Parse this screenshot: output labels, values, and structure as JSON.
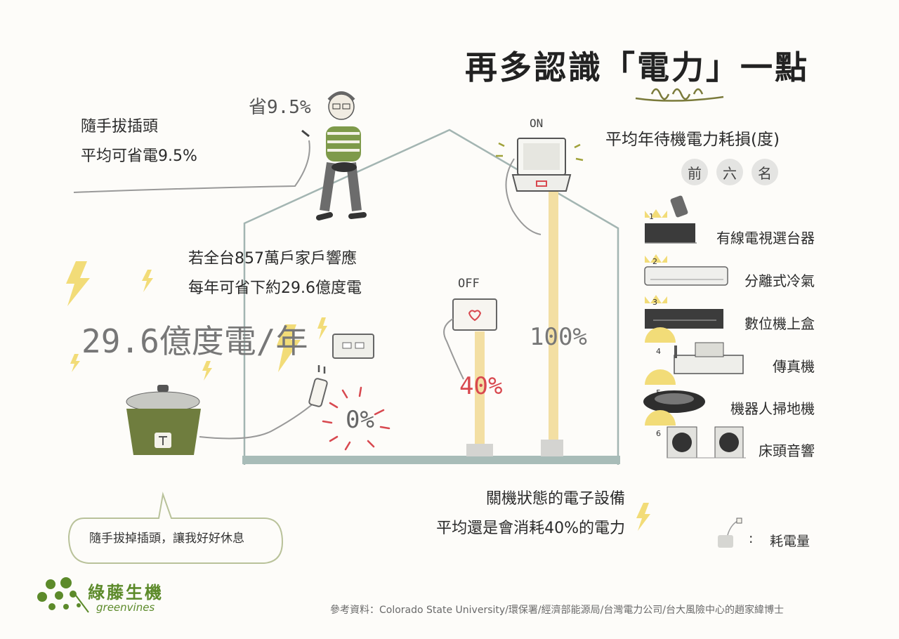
{
  "title": "再多認識「電力」一點",
  "unplug": {
    "line1": "隨手拔插頭",
    "line2": "平均可省電9.5%",
    "hand_label": "省9.5%"
  },
  "household": {
    "line1": "若全台857萬戶家戶響應",
    "line2": "每年可省下約29.6億度電",
    "hand_big": "29.6億度電/年"
  },
  "states": {
    "on_label": "ON",
    "off_label": "OFF",
    "pct_unplugged": "0%",
    "pct_off": "40%",
    "pct_on": "100%"
  },
  "standby": {
    "heading": "平均年待機電力耗損(度)",
    "top_chars": [
      "前",
      "六",
      "名"
    ],
    "items": [
      {
        "rank": "1",
        "label": "有線電視選台器"
      },
      {
        "rank": "2",
        "label": "分離式冷氣"
      },
      {
        "rank": "3",
        "label": "數位機上盒"
      },
      {
        "rank": "4",
        "label": "傳真機"
      },
      {
        "rank": "5",
        "label": "機器人掃地機"
      },
      {
        "rank": "6",
        "label": "床頭音響"
      }
    ]
  },
  "offstate": {
    "line1": "關機狀態的電子設備",
    "line2": "平均還是會消耗40%的電力"
  },
  "bubble": "隨手拔掉插頭，讓我好好休息",
  "legend": {
    "colon": ":",
    "label": "耗電量"
  },
  "brand": {
    "name_cn": "綠藤生機",
    "name_en": "greenvines"
  },
  "source": "參考資料：Colorado State University/環保署/經濟部能源局/台灣電力公司/台大風險中心的趙家緯博士",
  "colors": {
    "house_line": "#9fb2b0",
    "floor": "#a7bcb8",
    "bar": "#f3dfa3",
    "red": "#d8484f",
    "olive": "#6a7c3a",
    "bolt": "#f2dc78",
    "brand_green": "#5c8a2a"
  }
}
